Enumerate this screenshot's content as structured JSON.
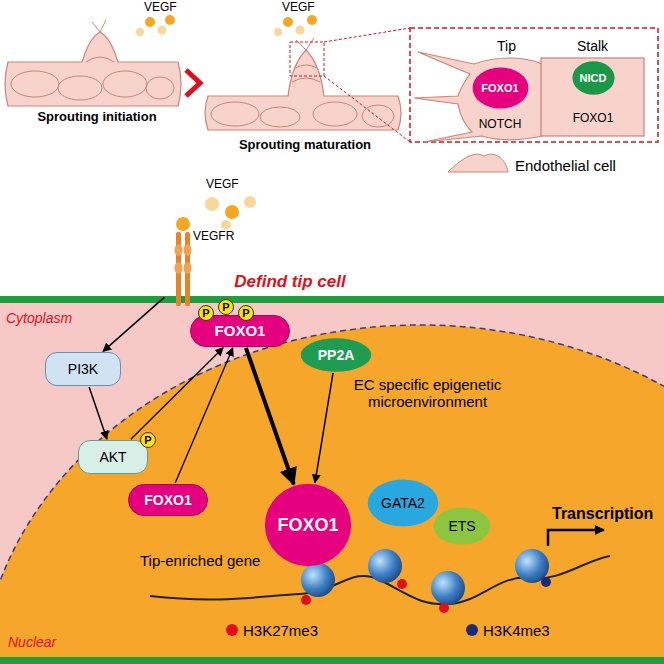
{
  "diagram": {
    "nodes": [
      {
        "text": [
          "Tip"
        ]
      },
      {
        "text": [
          "FOXO1"
        ],
        "in": 0
      },
      {
        "text": [
          "NOTCH"
        ],
        "in": 0
      },
      {
        "text": [
          "Stalk"
        ]
      },
      {
        "text": [
          "NICD"
        ],
        "in": 3
      },
      {
        "text": [
          "FOXO1"
        ],
        "in": 3
      },
      {
        "text": [
          "VEGFR"
        ]
      },
      {
        "text": [
          "PI3K"
        ]
      },
      {
        "text": [
          "FOXO1"
        ]
      },
      {
        "text": [
          "PP2A"
        ]
      },
      {
        "text": [
          "AKT"
        ]
      },
      {
        "text": [
          "FOXO1"
        ]
      },
      {
        "text": [
          "FOXO1"
        ]
      },
      {
        "text": [
          "GATA2"
        ]
      },
      {
        "text": [
          "ETS"
        ]
      }
    ],
    "edges": [
      {
        "from": 1,
        "to": 2,
        "arrow": "to"
      },
      {
        "from": 4,
        "to": 5,
        "arrow": "to"
      },
      {
        "from": 6,
        "to": 7,
        "arrow": "to"
      },
      {
        "from": 7,
        "to": 10,
        "arrow": "to"
      },
      {
        "from": 10,
        "to": 8,
        "arrow": "to"
      },
      {
        "from": 11,
        "to": 8,
        "arrow": "to"
      },
      {
        "from": 8,
        "to": 12,
        "arrow": "to"
      },
      {
        "from": 9,
        "to": 12,
        "arrow": "to"
      }
    ],
    "labels": [
      "VEGF",
      "Sprouting initiation",
      "VEGF",
      "Sprouting maturation",
      "VEGF",
      "Defind tip cell",
      "Cytoplasm",
      "P",
      "P",
      "P",
      "P",
      "EC specific epigenetic microenvironment",
      "Tip-enriched gene",
      "Transcription",
      "Nuclear"
    ],
    "legend": [
      {
        "text": "Endothelial cell"
      },
      {
        "text": "H3K27me3",
        "color": "#e0101a"
      },
      {
        "text": "H3K4me3",
        "color": "#1c2a7a"
      }
    ]
  }
}
